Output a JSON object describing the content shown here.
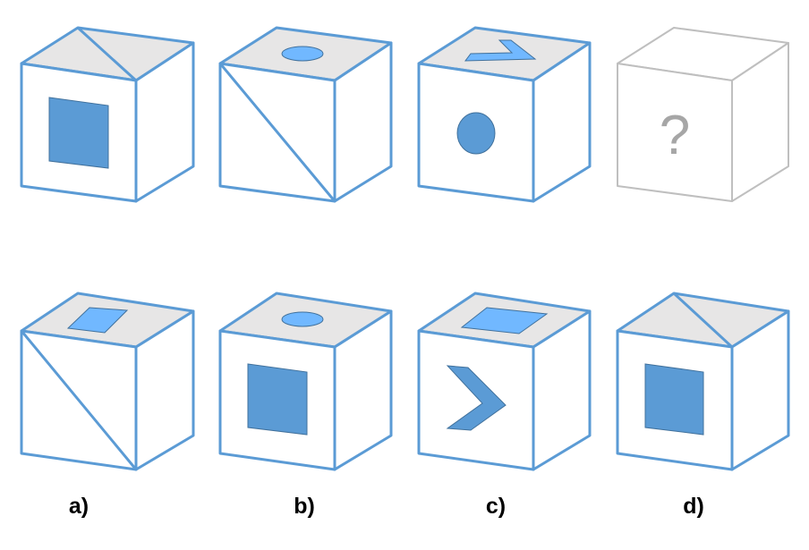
{
  "colors": {
    "edge": "#5b9bd5",
    "edge_unknown": "#bfbfbf",
    "top_face": "#e7e6e6",
    "shape_dark": "#5b9bd5",
    "shape_light": "#71b8ff",
    "question_mark": "#a6a6a6"
  },
  "sequence": {
    "cubes": [
      {
        "top": "diagonal",
        "front": "square-icon",
        "side": "blank"
      },
      {
        "top": "ellipse-icon",
        "front": "diagonal",
        "side": "blank"
      },
      {
        "top": "chevron-icon",
        "front": "circle-icon",
        "side": "blank"
      },
      {
        "unknown": true,
        "symbol": "?"
      }
    ]
  },
  "options": [
    {
      "label": "a)",
      "top": "square-icon",
      "front": "diagonal",
      "side": "blank"
    },
    {
      "label": "b)",
      "top": "ellipse-icon",
      "front": "square-icon",
      "side": "blank"
    },
    {
      "label": "c)",
      "top": "square-icon",
      "front": "chevron-icon",
      "side": "blank"
    },
    {
      "label": "d)",
      "top": "diagonal",
      "front": "square-icon",
      "side": "blank"
    }
  ]
}
